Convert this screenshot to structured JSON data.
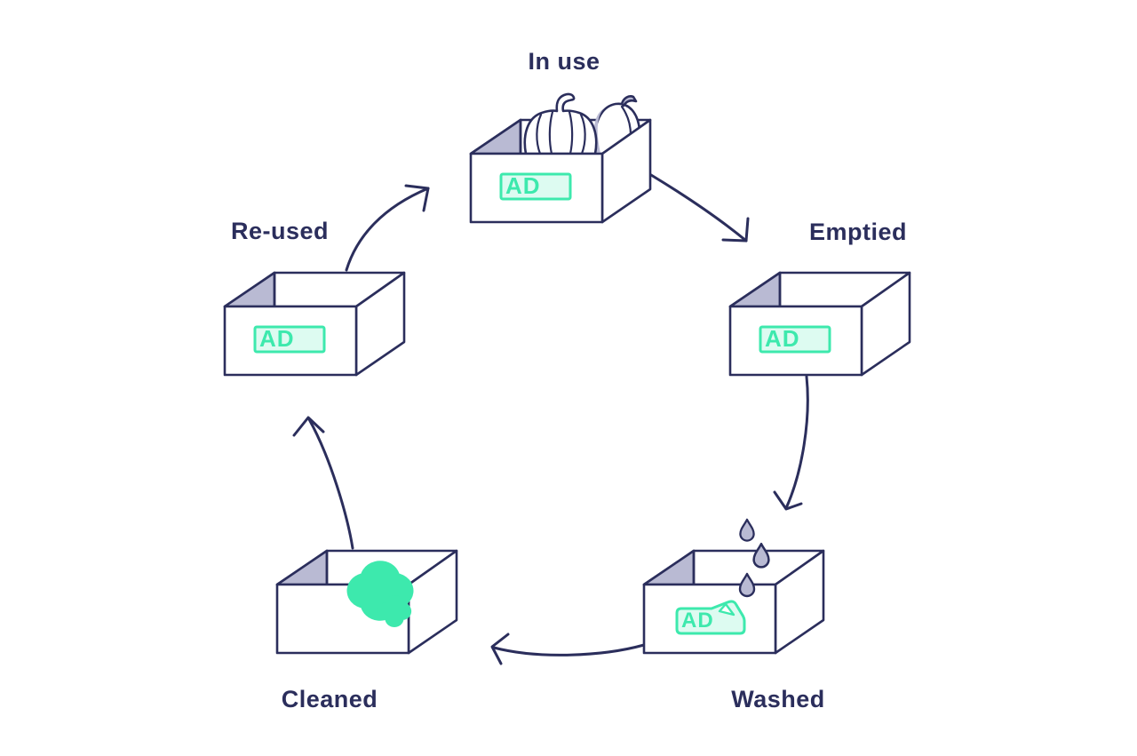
{
  "diagram": {
    "type": "cycle",
    "nodes": [
      {
        "id": "in-use",
        "label": "In use",
        "tag": "AD",
        "illustration": "open-box-with-pumpkins"
      },
      {
        "id": "emptied",
        "label": "Emptied",
        "tag": "AD",
        "illustration": "empty-open-box"
      },
      {
        "id": "washed",
        "label": "Washed",
        "tag": "AD",
        "illustration": "open-box-water-drops-peeling-label"
      },
      {
        "id": "cleaned",
        "label": "Cleaned",
        "illustration": "open-box-with-sparkles"
      },
      {
        "id": "re-used",
        "label": "Re-used",
        "tag": "AD",
        "illustration": "empty-open-box"
      }
    ],
    "edges": [
      {
        "from": "in-use",
        "to": "emptied"
      },
      {
        "from": "emptied",
        "to": "washed"
      },
      {
        "from": "washed",
        "to": "cleaned"
      },
      {
        "from": "cleaned",
        "to": "re-used"
      },
      {
        "from": "re-used",
        "to": "in-use"
      }
    ],
    "colors": {
      "outline_navy": "#2b2e5c",
      "accent_teal": "#3de9ad",
      "accent_fill_mint": "#ddfbf1",
      "shade_lavender": "#b9bad3",
      "background": "#ffffff"
    }
  }
}
